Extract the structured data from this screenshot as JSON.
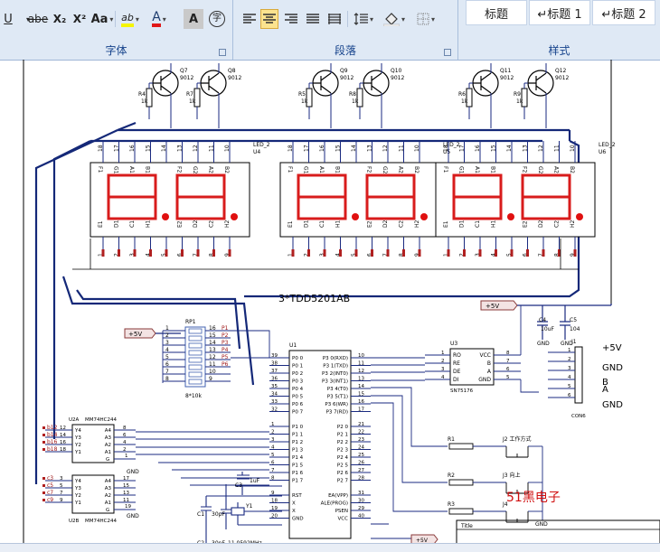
{
  "ribbon": {
    "groups": {
      "font": "字体",
      "paragraph": "段落",
      "styles": "样式"
    },
    "font_buttons": {
      "underline": "U",
      "strike": "abe",
      "subscript": "X₂",
      "superscript": "X²",
      "change_case": "Aa",
      "highlight": "ab",
      "font_color": "A",
      "char_shading": "A",
      "enclose": "字"
    },
    "styles": [
      "标题",
      "↵标题 1",
      "↵标题 2"
    ]
  },
  "schematic": {
    "transistors": [
      {
        "ref": "Q7",
        "part": "9012"
      },
      {
        "ref": "Q8",
        "part": "9012"
      },
      {
        "ref": "Q9",
        "part": "9012"
      },
      {
        "ref": "Q10",
        "part": "9012"
      },
      {
        "ref": "Q11",
        "part": "9012"
      },
      {
        "ref": "Q12",
        "part": "9012"
      }
    ],
    "base_resistors": [
      {
        "ref": "R4",
        "value": "1k"
      },
      {
        "ref": "R7",
        "value": "1k"
      },
      {
        "ref": "R5",
        "value": "1k"
      },
      {
        "ref": "R8",
        "value": "1k"
      },
      {
        "ref": "R6",
        "value": "1k"
      },
      {
        "ref": "R9",
        "value": "1k"
      }
    ],
    "displays": [
      {
        "ref": "U4",
        "part": "LED_2"
      },
      {
        "ref": "U5",
        "part": "LED_2"
      },
      {
        "ref": "U6",
        "part": "LED_2"
      }
    ],
    "display_top_pins": [
      "18",
      "17",
      "16",
      "15",
      "14",
      "13",
      "12",
      "11",
      "10"
    ],
    "display_bottom_pins": [
      "1",
      "2",
      "3",
      "4",
      "5",
      "6",
      "7",
      "8",
      "9"
    ],
    "display_top_seg_labels": [
      "F1",
      "G1",
      "A1",
      "B1",
      "",
      "F2",
      "G2",
      "A2",
      "B2"
    ],
    "display_bottom_seg_labels": [
      "E1",
      "D1",
      "C1",
      "H1",
      "",
      "E2",
      "D2",
      "C2",
      "H2"
    ],
    "display_caption": "3*TDD5201AB",
    "rp1": {
      "ref": "RP1",
      "value": "8*10k",
      "pins_left": [
        "1",
        "2",
        "3",
        "4",
        "5",
        "6",
        "7",
        "8"
      ],
      "pins_right": [
        "16",
        "15",
        "14",
        "13",
        "12",
        "11",
        "10",
        "9"
      ],
      "nets": [
        "P1",
        "P2",
        "P3",
        "P4",
        "P5",
        "P6"
      ]
    },
    "power_tag": "+5V",
    "mcu": {
      "ref": "U1",
      "left_pins": [
        "P0 0",
        "P0 1",
        "P0 2",
        "P0 3",
        "P0 4",
        "P0 5",
        "P0 6",
        "P0 7",
        "P1 0",
        "P1 1",
        "P1 2",
        "P1 3",
        "P1 4",
        "P1 5",
        "P1 6",
        "P1 7",
        "RST",
        "X",
        "X",
        "GND"
      ],
      "left_nums": [
        "39",
        "38",
        "37",
        "36",
        "35",
        "34",
        "33",
        "32",
        "1",
        "2",
        "3",
        "4",
        "5",
        "6",
        "7",
        "8",
        "9",
        "18",
        "19",
        "20"
      ],
      "right_pins": [
        "P3 0(RXD)",
        "P3 1(TXD)",
        "P3 2(INT0)",
        "P3 3(INT1)",
        "P3 4(T0)",
        "P3 5(T1)",
        "P3 6(WR)",
        "P3 7(RD)",
        "P2 0",
        "P2 1",
        "P2 2",
        "P2 3",
        "P2 4",
        "P2 5",
        "P2 6",
        "P2 7",
        "EA(VPP)",
        "ALE(PROG)",
        "PSEN",
        "VCC"
      ],
      "right_nums": [
        "10",
        "11",
        "12",
        "13",
        "14",
        "15",
        "16",
        "17",
        "21",
        "22",
        "23",
        "24",
        "25",
        "26",
        "27",
        "28",
        "31",
        "30",
        "29",
        "40"
      ]
    },
    "u3": {
      "ref": "U3",
      "part": "SN75176",
      "left": [
        "RO",
        "RE",
        "DE",
        "DI"
      ],
      "right": [
        "VCC",
        "B",
        "A",
        "GND"
      ],
      "left_nums": [
        "1",
        "2",
        "3",
        "4"
      ],
      "right_nums": [
        "8",
        "7",
        "6",
        "5"
      ]
    },
    "j1": {
      "ref": "J1",
      "part": "CON6",
      "labels": [
        "+5V",
        "GND",
        "B",
        "A",
        "GND"
      ]
    },
    "caps": [
      {
        "ref": "C4",
        "value": "10uF"
      },
      {
        "ref": "C5",
        "value": "104"
      },
      {
        "ref": "C3",
        "value": "1uF"
      },
      {
        "ref": "C1",
        "value": "30pF"
      },
      {
        "ref": "C2",
        "value": "30pF"
      }
    ],
    "crystal": {
      "ref": "Y1",
      "value": "11.0592MHz"
    },
    "u2a": {
      "ref": "U2A",
      "part": "MM74HC244",
      "inputs": [
        "A4",
        "A3",
        "A2",
        "A1"
      ],
      "outputs": [
        "Y4",
        "Y3",
        "Y2",
        "Y1"
      ],
      "in_nums": [
        "8",
        "6",
        "4",
        "2"
      ],
      "out_nums": [
        "12",
        "14",
        "16",
        "18"
      ],
      "oe": "1",
      "oe_label": "G"
    },
    "u2b": {
      "ref": "U2B",
      "part": "MM74HC244",
      "inputs": [
        "A4",
        "A3",
        "A2",
        "A1"
      ],
      "outputs": [
        "Y4",
        "Y3",
        "Y2",
        "Y1"
      ],
      "in_nums": [
        "17",
        "15",
        "13",
        "11"
      ],
      "out_nums": [
        "3",
        "5",
        "7",
        "9"
      ],
      "oe": "19",
      "oe_label": "G"
    },
    "u2_net_labels": [
      "b12",
      "b14",
      "b16",
      "b18",
      "c3",
      "c5",
      "c7",
      "c9"
    ],
    "switch_resistors": [
      "R1",
      "R2",
      "R3"
    ],
    "switches": [
      {
        "ref": "J2",
        "label": "J2 工作方式"
      },
      {
        "ref": "J3",
        "label": "J3 向上"
      },
      {
        "ref": "J4",
        "label": "J4"
      }
    ],
    "gnd": "GND",
    "title_block": "Title",
    "watermark": "51黑电子"
  }
}
